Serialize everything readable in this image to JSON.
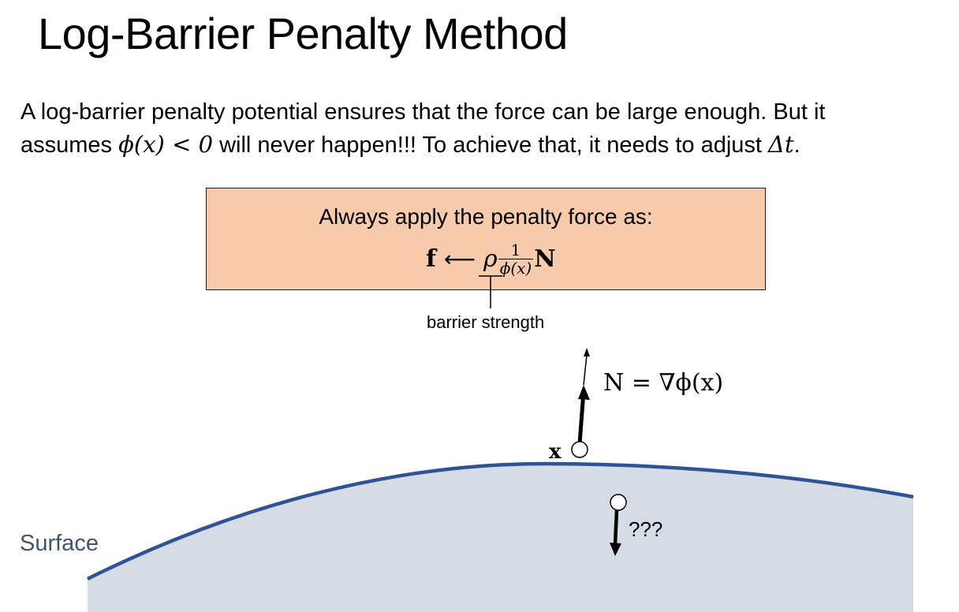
{
  "slide": {
    "title": "Log-Barrier Penalty Method",
    "paragraph": {
      "line1": "A log-barrier penalty potential ensures that the force can be large enough.  But it",
      "line2_pre": "assumes ",
      "line2_math1": "ϕ(x) < 0",
      "line2_mid": " will never happen!!!  To achieve that, it needs to adjust ",
      "line2_math2": "Δt",
      "line2_post": "."
    },
    "box": {
      "title": "Always apply the penalty force as:",
      "formula_lhs": "f",
      "formula_arrow": "⟵",
      "formula_rho": "ρ",
      "formula_num": "1",
      "formula_den": "ϕ(x)",
      "formula_rhs": "N"
    },
    "annotation_barrier": "barrier strength",
    "normal_label": "N = ∇ϕ(x)",
    "point_label": "x",
    "question_label": "???",
    "surface_label": "Surface"
  },
  "colors": {
    "box_fill": "#f8cbad",
    "surface_fill": "#d6dce5",
    "surface_stroke": "#2f5496",
    "surface_label": "#44546a"
  }
}
